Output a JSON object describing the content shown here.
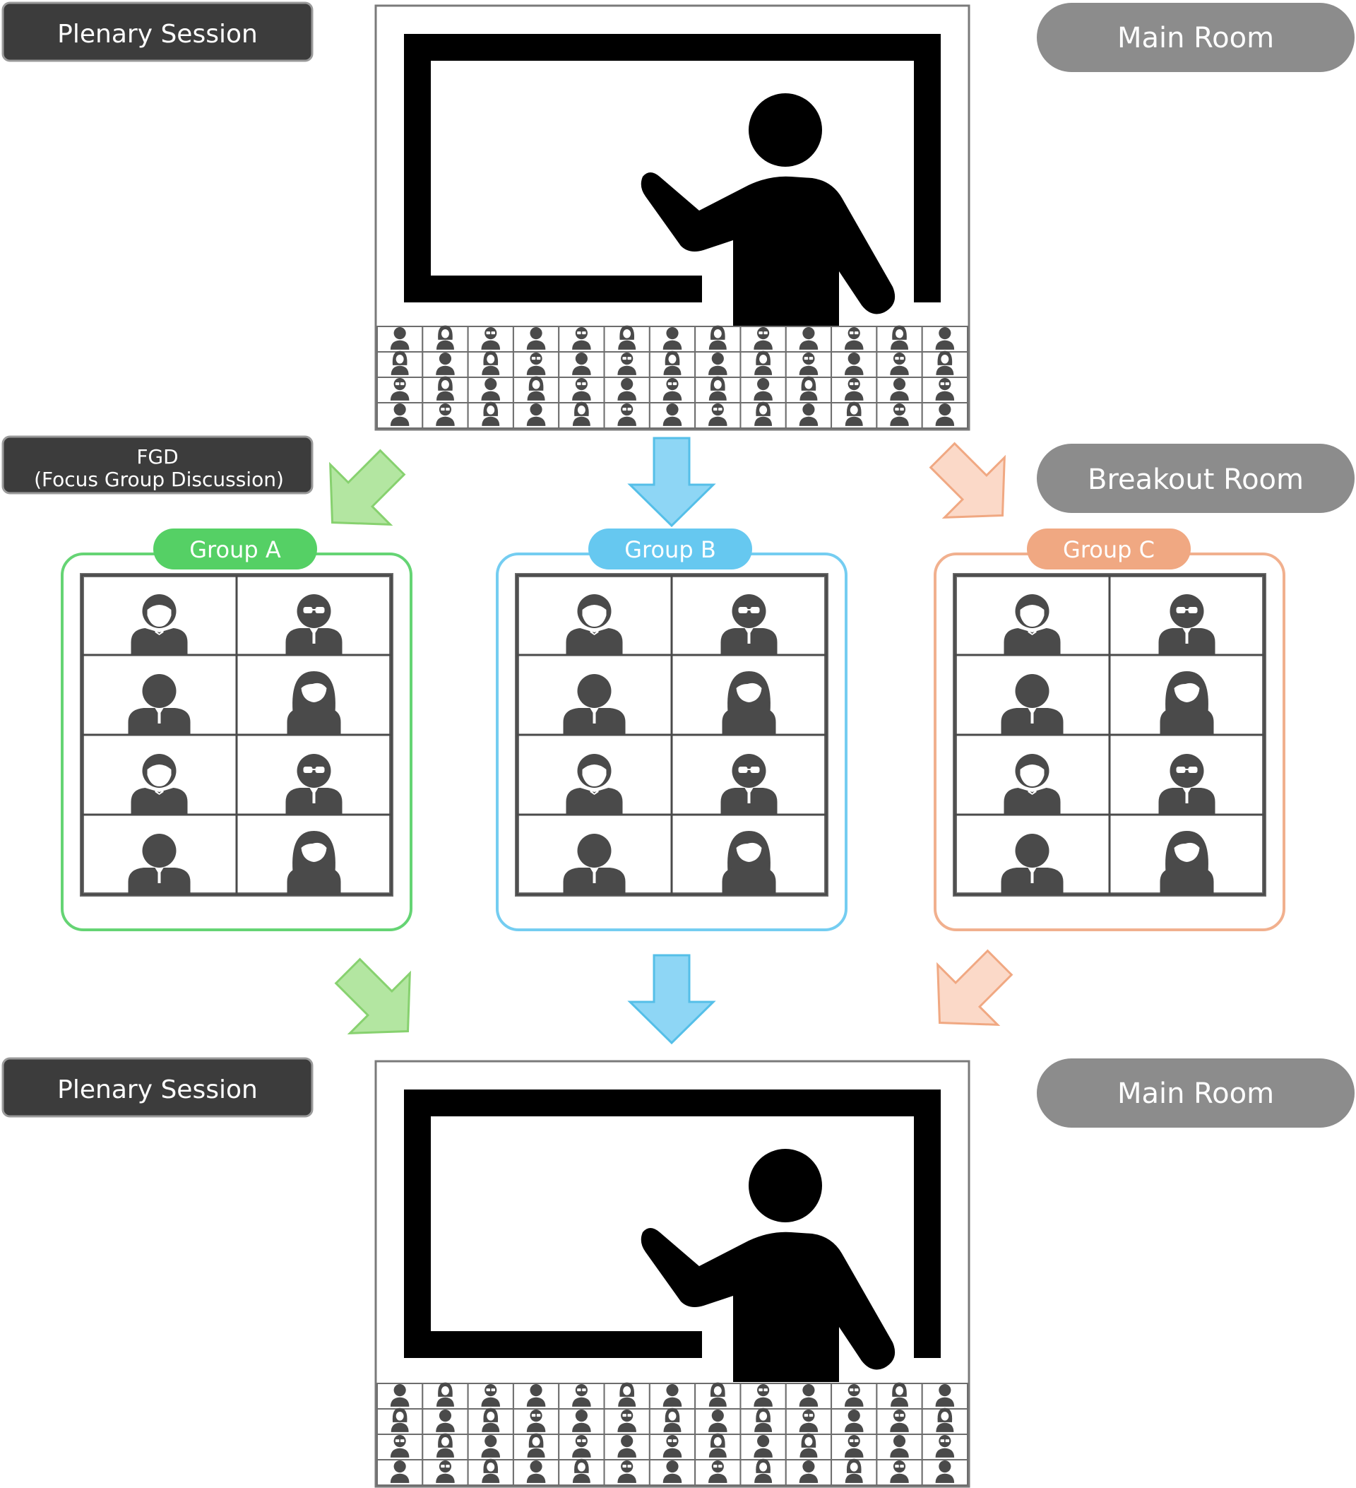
{
  "labels": {
    "plenary_top": "Plenary Session",
    "main_room_top": "Main Room",
    "fgd_line1": "FGD",
    "fgd_line2": "(Focus Group Discussion)",
    "breakout_room": "Breakout Room",
    "plenary_bottom": "Plenary Session",
    "main_room_bottom": "Main Room"
  },
  "groups": [
    {
      "label": "Group A",
      "color": "#55d065"
    },
    {
      "label": "Group B",
      "color": "#66c8f0"
    },
    {
      "label": "Group C",
      "color": "#f0a882"
    }
  ],
  "colors": {
    "dark_tag": "#3c3c3c",
    "room_pill": "#8c8c8c",
    "arrow_green": "#b3e6a1",
    "arrow_blue": "#8ed6f5",
    "arrow_orange": "#fbd9c8",
    "figure": "#4a4a4a"
  },
  "icons": {
    "presenter": "teacher-at-board-icon",
    "participant": "person-avatar-icon"
  }
}
